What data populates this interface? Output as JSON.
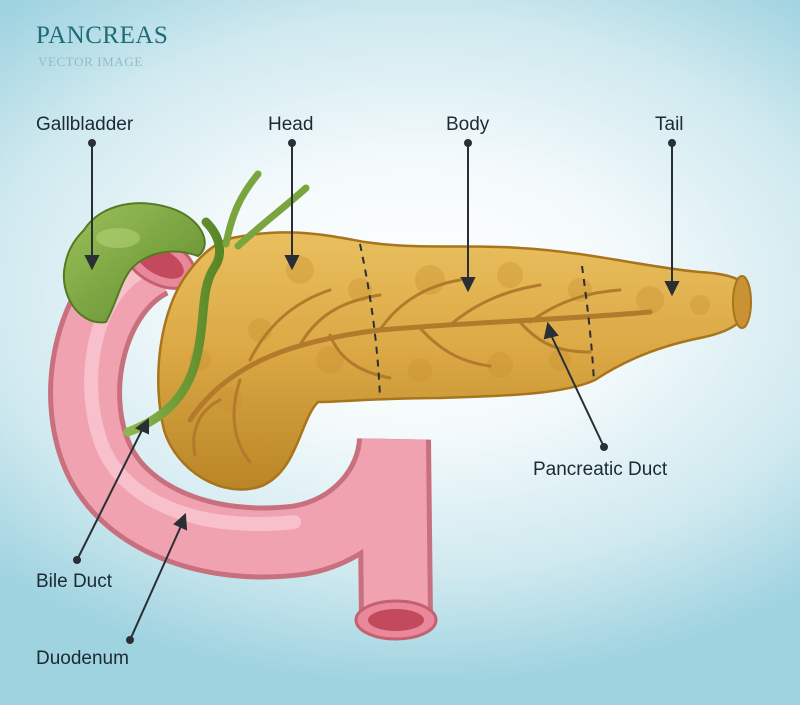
{
  "header": {
    "title": "PANCREAS",
    "subtitle": "VECTOR IMAGE"
  },
  "labels": {
    "gallbladder": "Gallbladder",
    "head": "Head",
    "body": "Body",
    "tail": "Tail",
    "pancreatic_duct": "Pancreatic Duct",
    "bile_duct": "Bile Duct",
    "duodenum": "Duodenum"
  },
  "colors": {
    "pancreas": "#d9a43c",
    "duodenum": "#f2a6b4",
    "gallbladder": "#7aa43e",
    "ducts": "#b37a2a",
    "leader_lines": "#2a2f36",
    "title": "#1f6b78"
  }
}
